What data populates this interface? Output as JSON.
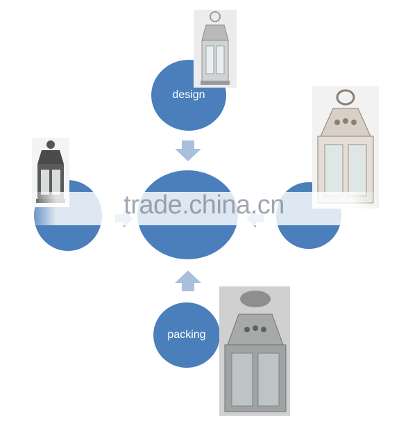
{
  "diagram": {
    "nodes": {
      "top": {
        "label": "design"
      },
      "left": {
        "label": ""
      },
      "center": {
        "label": ""
      },
      "right": {
        "label": ""
      },
      "bottom": {
        "label": "packing"
      }
    },
    "colors": {
      "node_fill": "#4a7fbb",
      "arrow_fill": "#a9bfdc",
      "watermark_text": "#7f8896"
    },
    "watermark": {
      "text": "trade.china.cn"
    }
  }
}
